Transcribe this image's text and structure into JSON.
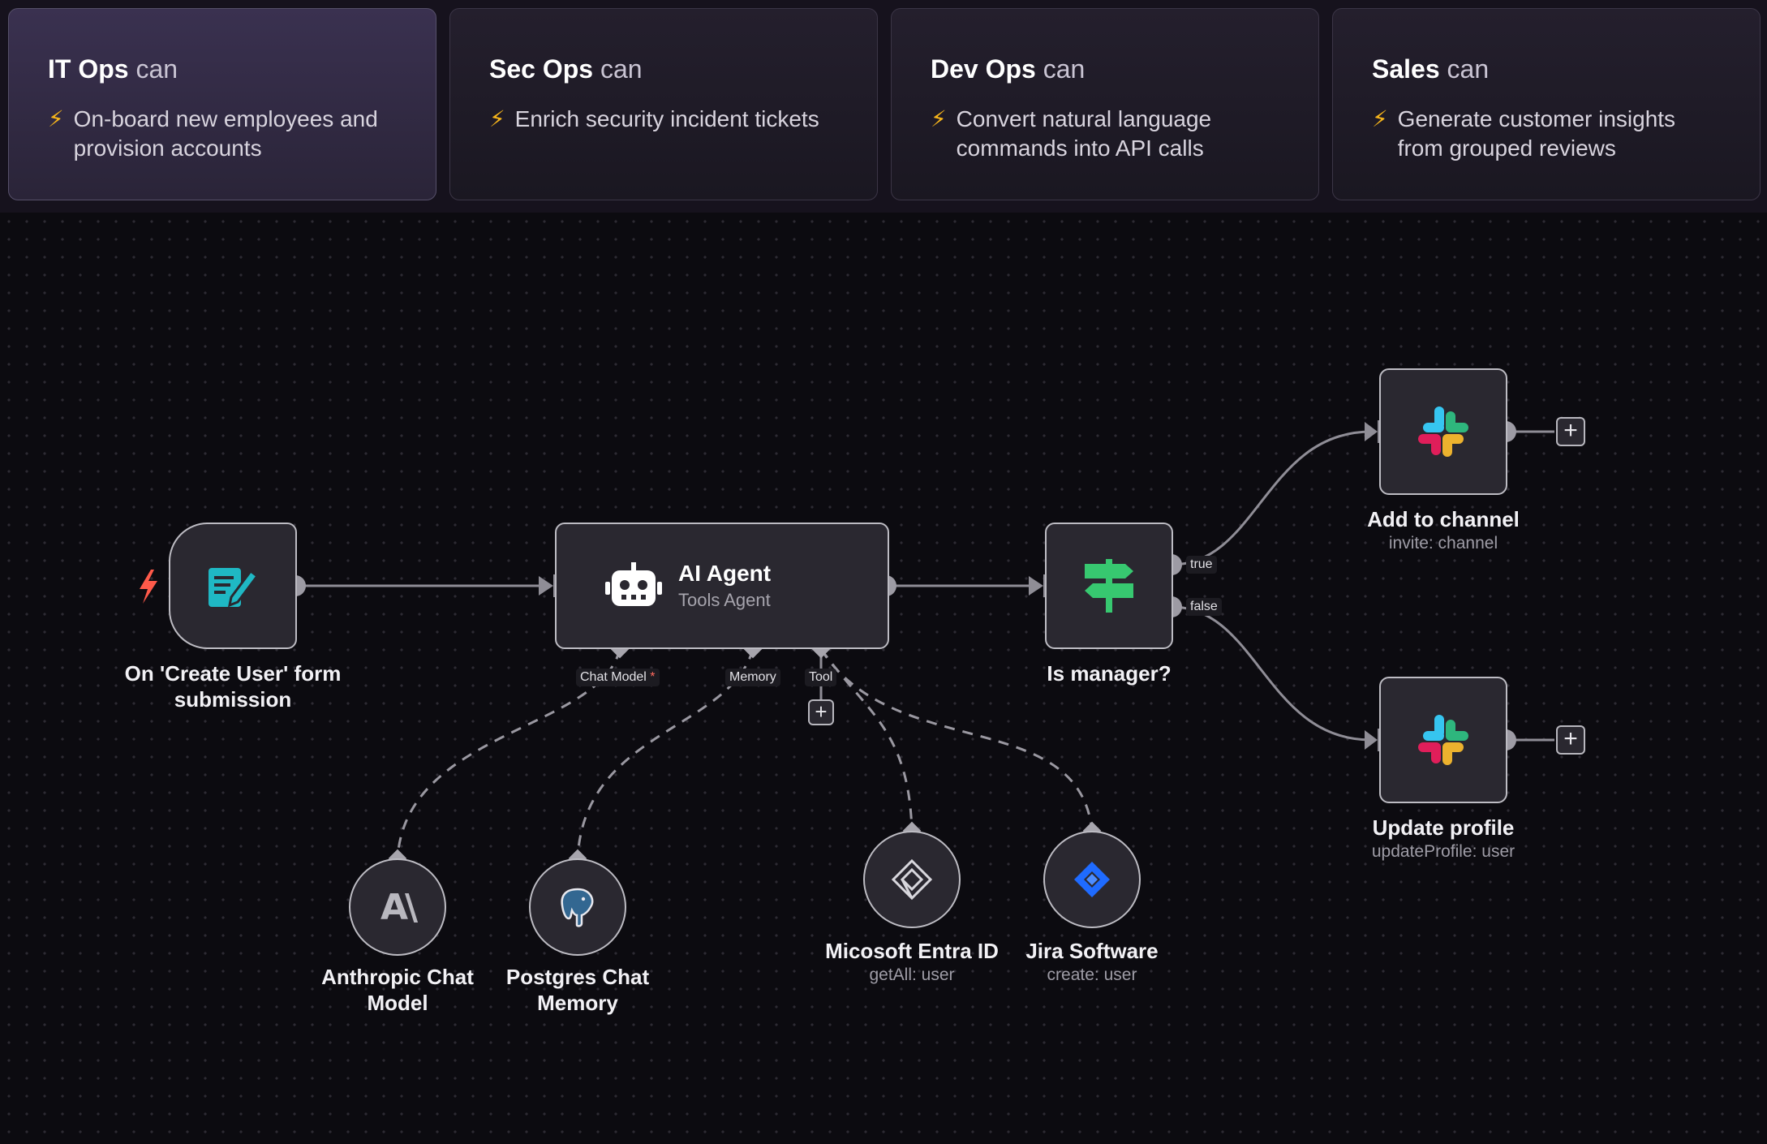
{
  "cards": [
    {
      "team": "IT Ops",
      "can": "can",
      "desc": "On-board new employees and provision accounts"
    },
    {
      "team": "Sec Ops",
      "can": "can",
      "desc": "Enrich security incident tickets"
    },
    {
      "team": "Dev Ops",
      "can": "can",
      "desc": "Convert natural language commands into API calls"
    },
    {
      "team": "Sales",
      "can": "can",
      "desc": "Generate customer insights from grouped reviews"
    }
  ],
  "bolt_glyph": "⚡",
  "workflow": {
    "trigger": {
      "label": "On 'Create User' form submission",
      "icon": "form-edit-icon"
    },
    "agent": {
      "title": "AI Agent",
      "subtitle": "Tools Agent",
      "icon": "robot-icon"
    },
    "ports": {
      "chat_model": "Chat Model",
      "required_mark": "*",
      "memory": "Memory",
      "tool": "Tool"
    },
    "if_node": {
      "label": "Is manager?",
      "true_label": "true",
      "false_label": "false",
      "icon": "signpost-icon"
    },
    "slack_top": {
      "label": "Add to channel",
      "sub": "invite: channel",
      "icon": "slack-icon"
    },
    "slack_bottom": {
      "label": "Update profile",
      "sub": "updateProfile: user",
      "icon": "slack-icon"
    },
    "anthropic": {
      "label": "Anthropic Chat Model",
      "icon": "anthropic-icon",
      "glyph": "A\\"
    },
    "postgres": {
      "label": "Postgres Chat Memory",
      "icon": "postgres-elephant-icon"
    },
    "entra": {
      "label": "Micosoft Entra ID",
      "sub": "getAll: user",
      "icon": "entra-diamond-icon"
    },
    "jira": {
      "label": "Jira Software",
      "sub": "create: user",
      "icon": "jira-icon"
    },
    "add_glyph": "+"
  },
  "colors": {
    "accent_trigger": "#1fb8c4",
    "if_green": "#37c870",
    "bolt": "#f5b41b",
    "trigger_bolt": "#ff5a4a",
    "jira_blue": "#1f6bff"
  }
}
